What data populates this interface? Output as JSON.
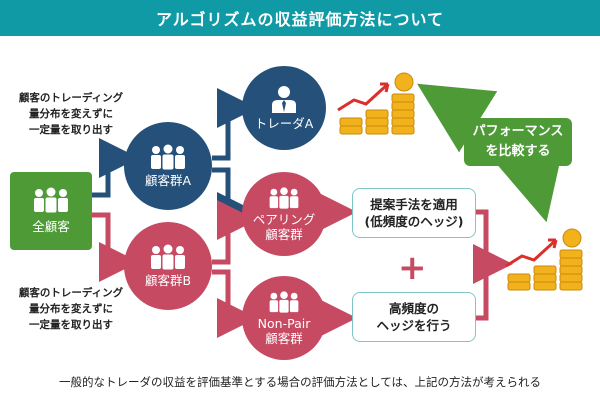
{
  "title": "アルゴリズムの収益評価方法について",
  "notes": {
    "top": [
      "顧客のトレーディング",
      "量分布を変えずに",
      "一定量を取り出す"
    ],
    "bottom": [
      "顧客のトレーディング",
      "量分布を変えずに",
      "一定量を取り出す"
    ]
  },
  "nodes": {
    "all_customers": "全顧客",
    "trader_a": "トレーダA",
    "group_a": "顧客群A",
    "group_b": "顧客群B",
    "pairing": [
      "ペアリング",
      "顧客群"
    ],
    "nonpair": [
      "Non-Pair",
      "顧客群"
    ]
  },
  "boxes": {
    "proposal": [
      "提案手法を適用",
      "(低頻度のヘッジ)"
    ],
    "high_freq": [
      "高頻度の",
      "ヘッジを行う"
    ]
  },
  "plus_sign": "+",
  "compare": [
    "パフォーマンス",
    "を比較する"
  ],
  "footer": "一般的なトレーダの収益を評価基準とする場合の評価方法としては、上記の方法が考えられる",
  "colors": {
    "teal": "#0f9aa6",
    "green": "#4e9a37",
    "navy": "#24507a",
    "red": "#c64a62",
    "gold": "#f2b21c"
  },
  "icons": {
    "people": "people-group-icon",
    "person": "businessman-icon",
    "coins": "coin-stack-icon"
  }
}
